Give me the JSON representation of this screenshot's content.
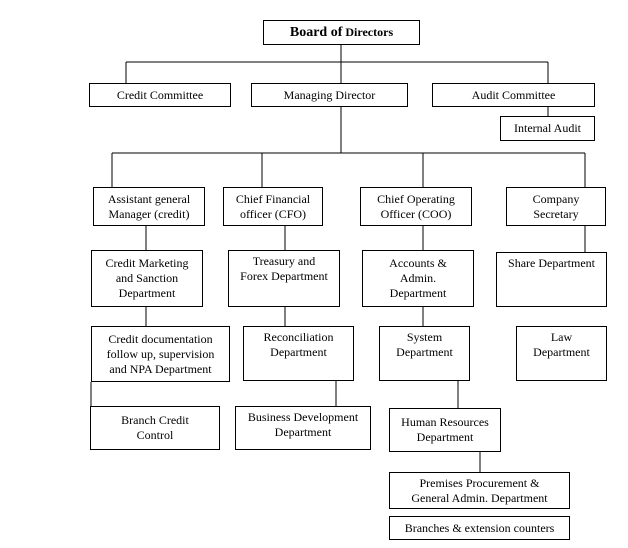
{
  "root": {
    "title_main": "Board of",
    "title_rest": "Directors"
  },
  "level1": {
    "credit_committee": "Credit Committee",
    "managing_director": "Managing Director",
    "audit_committee": "Audit Committee",
    "internal_audit": "Internal Audit"
  },
  "level2": {
    "agm_credit": "Assistant general\nManager (credit)",
    "cfo": "Chief Financial\nofficer (CFO)",
    "coo": "Chief Operating\nOfficer (COO)",
    "company_secretary": "Company\nSecretary"
  },
  "col1": {
    "credit_marketing": "Credit Marketing\nand   Sanction\nDepartment",
    "credit_documentation": "Credit documentation\nfollow up, supervision\nand NPA Department",
    "branch_credit": "Branch Credit\nControl"
  },
  "col2": {
    "treasury": "Treasury and\nForex Department",
    "reconciliation": "Reconciliation\nDepartment",
    "business_development": "Business Development\nDepartment"
  },
  "col3": {
    "accounts_admin": "Accounts &\nAdmin.\nDepartment",
    "system": "System\nDepartment",
    "human_resources": "Human Resources\nDepartment",
    "premises": "Premises Procurement &\nGeneral   Admin. Department",
    "branches": "Branches & extension counters"
  },
  "col4": {
    "share": "Share Department",
    "law": "Law\nDepartment"
  }
}
